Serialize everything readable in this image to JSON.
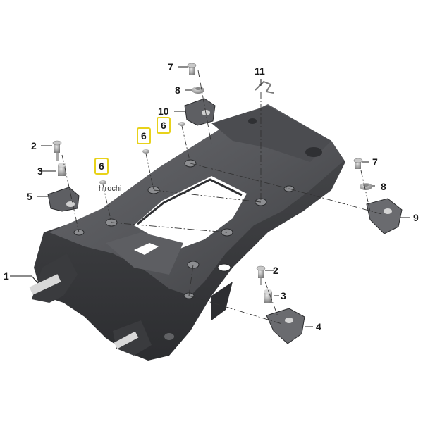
{
  "diagram": {
    "colors": {
      "part_dark": "#3c3d40",
      "part_mid": "#5a5b5f",
      "part_light": "#8a8b8e",
      "part_edge": "#2a2b2d",
      "leader": "#1a1a1a",
      "highlight": "#e8d21a"
    },
    "callouts": {
      "c1": "1",
      "c2a": "2",
      "c3a": "3",
      "c5": "5",
      "c6a": "6",
      "c6b": "6",
      "c6c": "6",
      "c7a": "7",
      "c8a": "8",
      "c10": "10",
      "c11": "11",
      "c7b": "7",
      "c8b": "8",
      "c9": "9",
      "c2b": "2",
      "c3b": "3",
      "c4": "4"
    },
    "watermark": "hirochi"
  }
}
